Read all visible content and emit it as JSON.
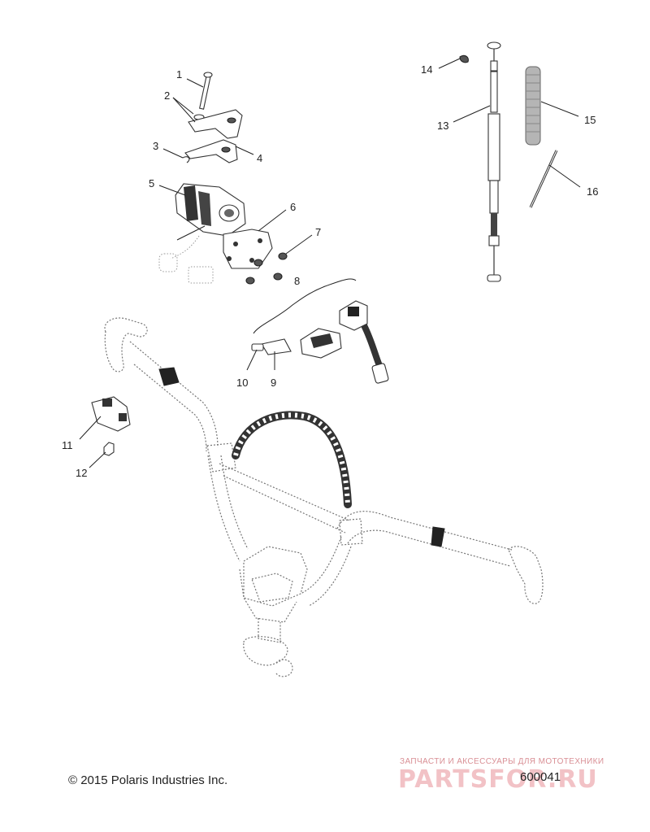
{
  "callouts": [
    {
      "id": "1",
      "label": "1"
    },
    {
      "id": "2",
      "label": "2"
    },
    {
      "id": "3",
      "label": "3"
    },
    {
      "id": "4",
      "label": "4"
    },
    {
      "id": "5",
      "label": "5"
    },
    {
      "id": "6",
      "label": "6"
    },
    {
      "id": "7",
      "label": "7"
    },
    {
      "id": "8",
      "label": "8"
    },
    {
      "id": "9",
      "label": "9"
    },
    {
      "id": "10",
      "label": "10"
    },
    {
      "id": "11",
      "label": "11"
    },
    {
      "id": "12",
      "label": "12"
    },
    {
      "id": "13",
      "label": "13"
    },
    {
      "id": "14",
      "label": "14"
    },
    {
      "id": "15",
      "label": "15"
    },
    {
      "id": "16",
      "label": "16"
    }
  ],
  "footer": {
    "copyright": "© 2015 Polaris Industries Inc.",
    "diagram_code": "600041"
  },
  "watermark": {
    "tagline": "ЗАПЧАСТИ И АКСЕССУАРЫ ДЛЯ МОТОТЕХНИКИ",
    "brand": "PARTSFOR.RU"
  }
}
